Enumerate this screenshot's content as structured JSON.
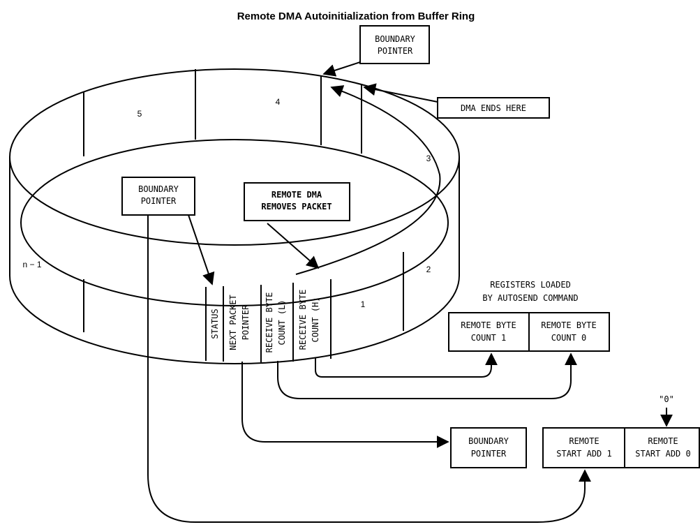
{
  "title": "Remote DMA Autoinitialization from Buffer Ring",
  "ring_segments": {
    "s5": "5",
    "s4": "4",
    "s3": "3",
    "s2": "2",
    "s1": "1",
    "sn1": "n − 1"
  },
  "header_fields": {
    "status": "STATUS",
    "next_packet": [
      "NEXT PACKET",
      "POINTER"
    ],
    "rbc_low": [
      "RECEIVE BYTE",
      "COUNT (L)"
    ],
    "rbc_high": [
      "RECEIVE BYTE",
      "COUNT (H)"
    ]
  },
  "callouts": {
    "boundary_top": [
      "BOUNDARY",
      "POINTER"
    ],
    "dma_ends": "DMA ENDS HERE",
    "boundary_left": [
      "BOUNDARY",
      "POINTER"
    ],
    "remote_dma": [
      "REMOTE DMA",
      "REMOVES PACKET"
    ]
  },
  "registers": {
    "caption": [
      "REGISTERS LOADED",
      "BY AUTOSEND COMMAND"
    ],
    "rbc1": [
      "REMOTE BYTE",
      "COUNT 1"
    ],
    "rbc0": [
      "REMOTE BYTE",
      "COUNT 0"
    ],
    "boundary": [
      "BOUNDARY",
      "POINTER"
    ],
    "rsa1": [
      "REMOTE",
      "START ADD 1"
    ],
    "rsa0": [
      "REMOTE",
      "START ADD 0"
    ],
    "zero": "\"0\""
  }
}
